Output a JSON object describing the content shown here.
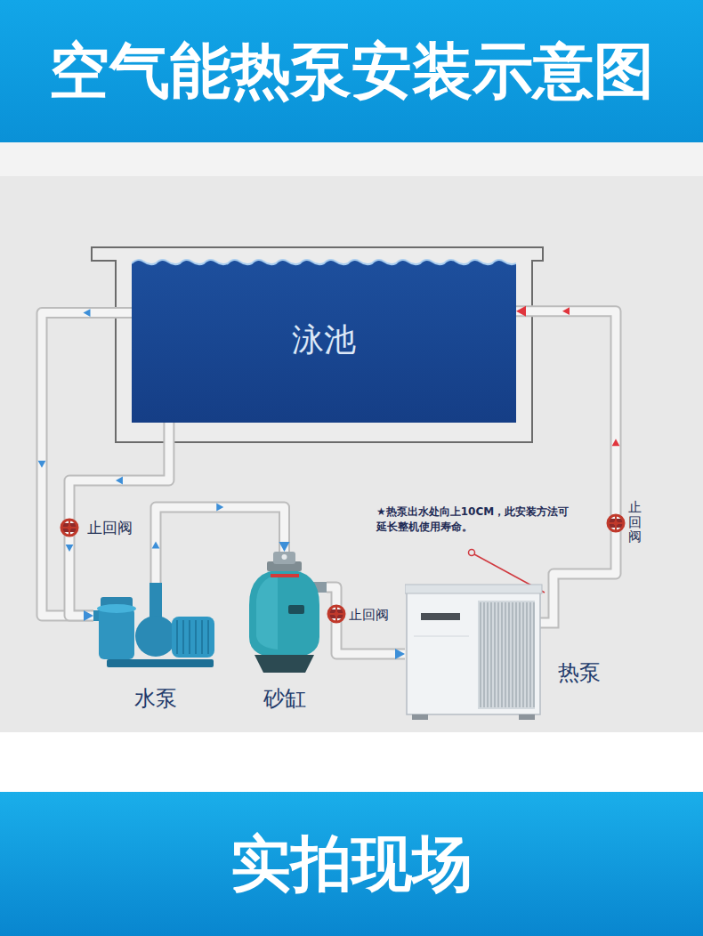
{
  "diagram": {
    "title": "空气能热泵安装示意图",
    "nodes": [
      {
        "text": [
          "泳池"
        ]
      },
      {
        "text": [
          "水泵"
        ]
      },
      {
        "text": [
          "砂缸"
        ]
      },
      {
        "text": [
          "热泵"
        ]
      }
    ],
    "edges": [
      {
        "from": 0,
        "to": 1,
        "arrow": "to"
      },
      {
        "from": 0,
        "to": 1,
        "arrow": "to"
      },
      {
        "from": 1,
        "to": 2,
        "arrow": "to"
      },
      {
        "from": 2,
        "to": 3,
        "arrow": "to"
      },
      {
        "from": 3,
        "to": 0,
        "arrow": "to"
      }
    ],
    "labels": [
      "止回阀",
      "止回阀",
      "止回阀",
      "★热泵出水处向上10CM，此安装方法可延长整机使用寿命。",
      "实拍现场"
    ]
  }
}
